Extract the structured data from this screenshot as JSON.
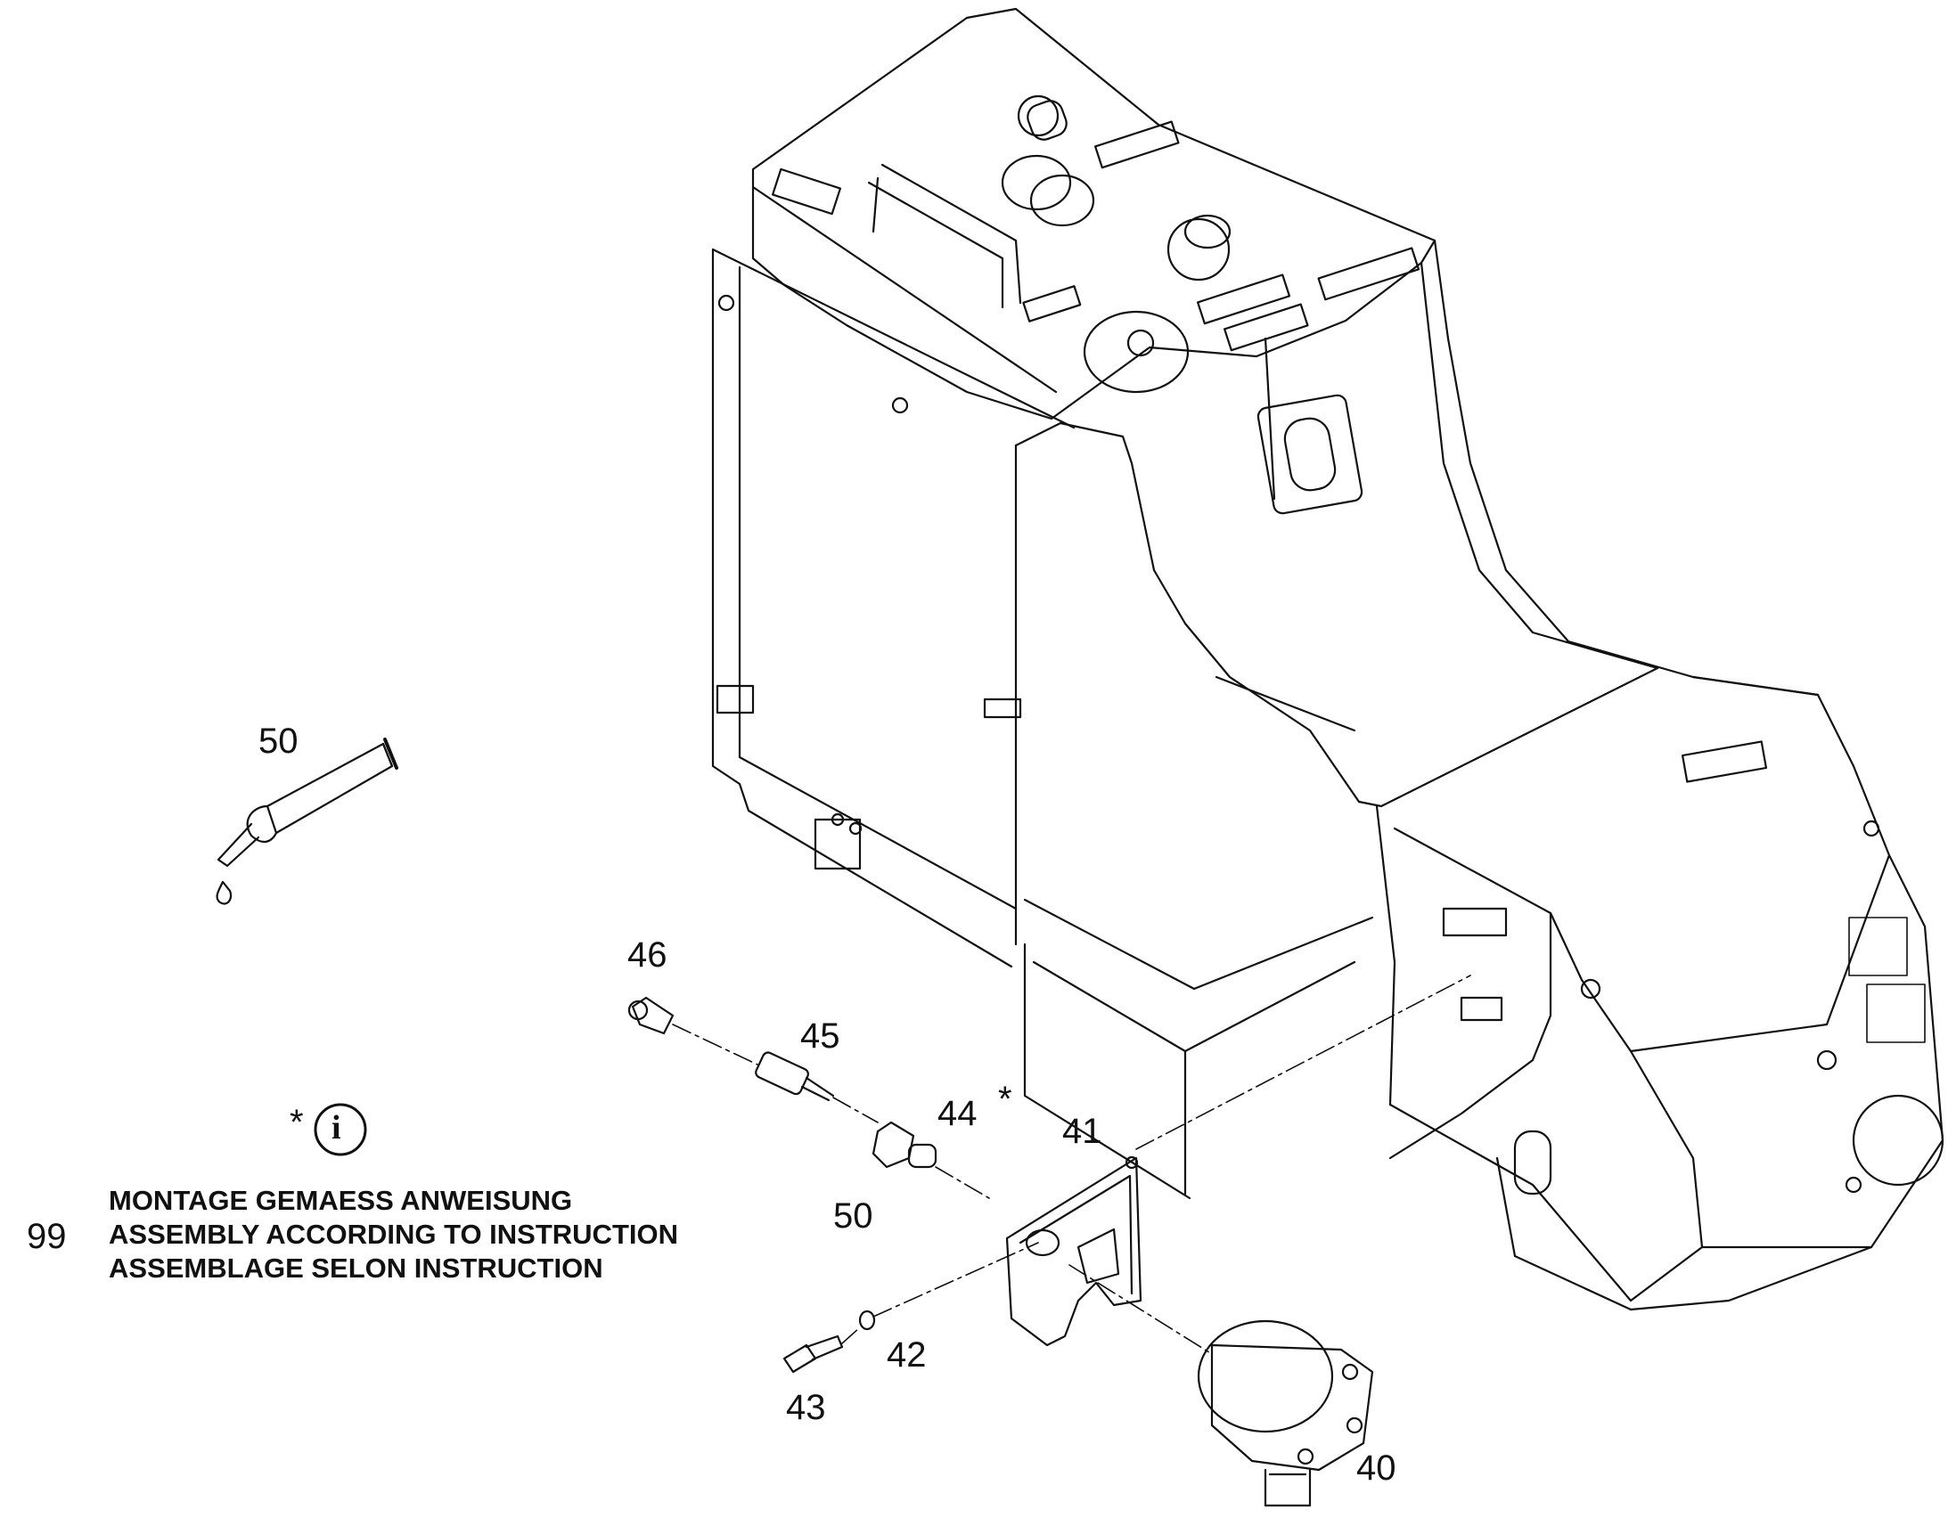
{
  "callouts": {
    "p50_tube": "50",
    "p46": "46",
    "p45": "45",
    "p44": "44",
    "p44_star": "*",
    "p41": "41",
    "p50_plug": "50",
    "p42": "42",
    "p43": "43",
    "p40": "40"
  },
  "note": {
    "star": "*",
    "info_glyph": "i",
    "ref": "99",
    "line_de": "MONTAGE GEMAESS ANWEISUNG",
    "line_en": "ASSEMBLY ACCORDING TO INSTRUCTION",
    "line_fr": "ASSEMBLAGE SELON INSTRUCTION"
  },
  "colors": {
    "line": "#111111",
    "background": "#ffffff"
  }
}
